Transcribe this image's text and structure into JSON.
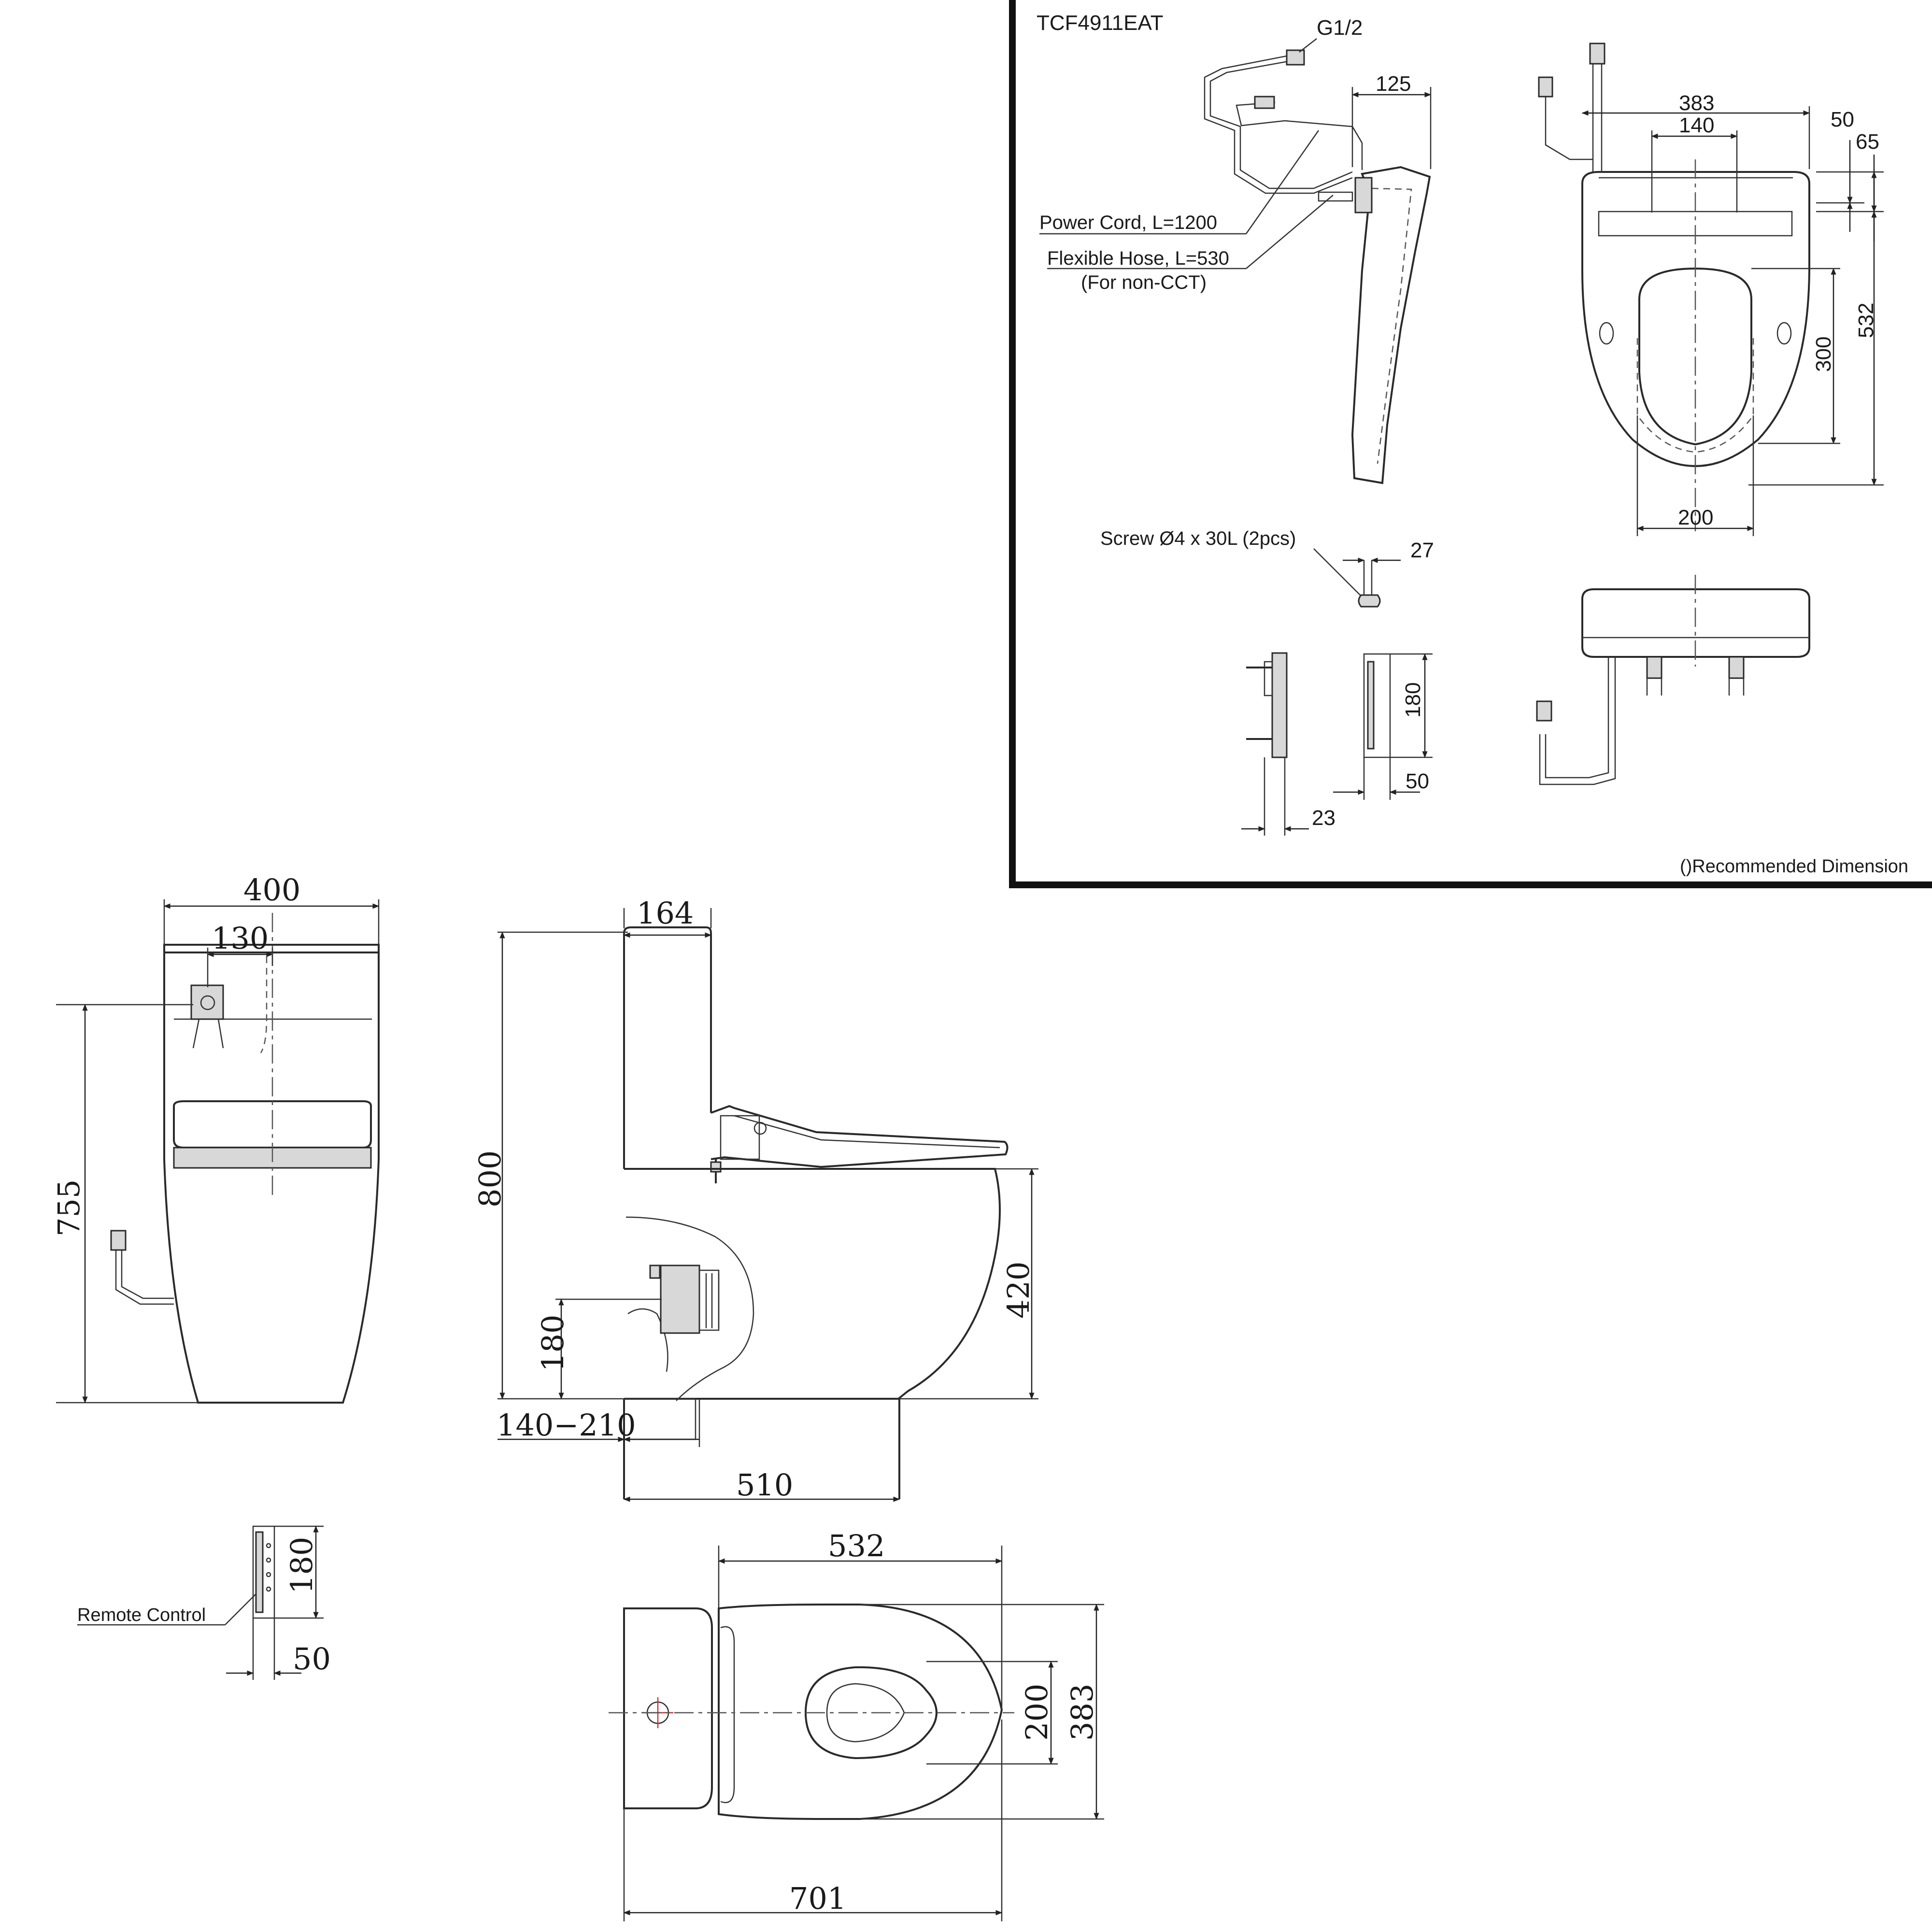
{
  "model": "TCF4911EAT",
  "note": "()Recommended Dimension",
  "seat_side_view": {
    "inlet_label": "G1/2",
    "power_cord_label": "Power Cord, L=1200",
    "hose_label": "Flexible Hose, L=530",
    "hose_note": "(For non-CCT)",
    "dim_depth": "125"
  },
  "seat_top_view": {
    "dim_width": "383",
    "dim_hole_spacing": "140",
    "dim_a": "50",
    "dim_b": "65",
    "dim_length": "532",
    "dim_opening": "300",
    "dim_bottom_width": "200"
  },
  "remote_detail": {
    "screw_label": "Screw Ø4 x 30L (2pcs)",
    "dim_screw": "27",
    "dim_height": "180",
    "dim_width": "50",
    "dim_depth": "23"
  },
  "front_view": {
    "dim_width": "400",
    "dim_inlet_offset": "130",
    "dim_height": "755"
  },
  "side_view": {
    "dim_tank_depth": "164",
    "dim_height": "800",
    "dim_seat_height": "420",
    "dim_outlet_height": "180",
    "dim_rough_in": "140−210",
    "dim_base": "510"
  },
  "remote_control": {
    "label": "Remote Control",
    "dim_height": "180",
    "dim_width": "50"
  },
  "top_view": {
    "dim_seat_length": "532",
    "dim_bowl_width": "200",
    "dim_width": "383",
    "dim_length": "701"
  }
}
